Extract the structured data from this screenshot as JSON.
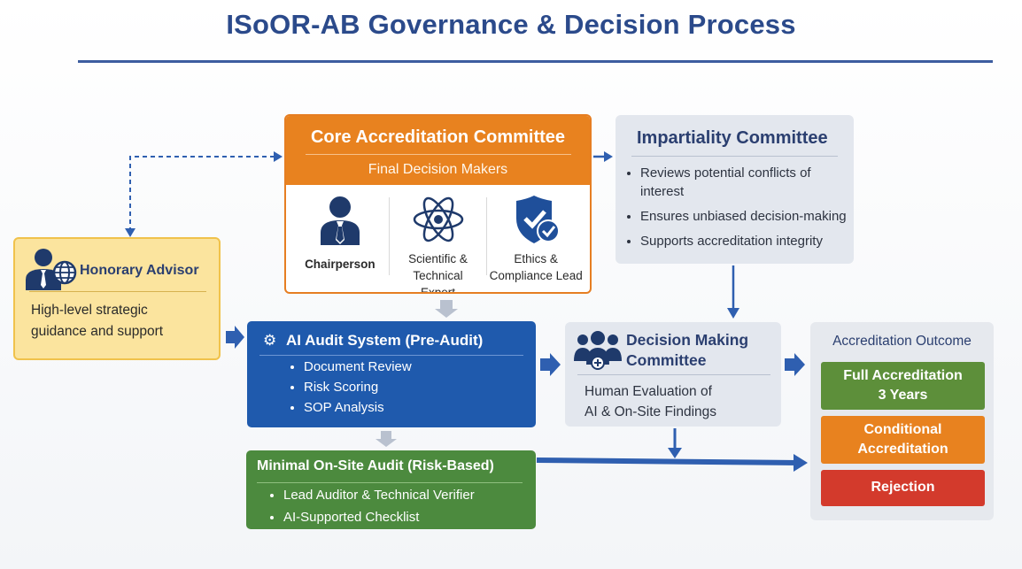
{
  "title": "ISoOR-AB Governance & Decision Process",
  "core": {
    "title": "Core Accreditation Committee",
    "subtitle": "Final Decision Makers",
    "members": [
      {
        "label": "Chairperson",
        "icon": "person-icon"
      },
      {
        "label_line1": "Scientific & Technical",
        "label_line2": "Expert",
        "icon": "atom-icon"
      },
      {
        "label_line1": "Ethics &",
        "label_line2": "Compliance Lead",
        "icon": "shield-check-icon"
      }
    ]
  },
  "impartiality": {
    "title": "Impartiality Committee",
    "items": [
      "Reviews potential conflicts of interest",
      "Ensures unbiased decision-making",
      "Supports accreditation integrity"
    ]
  },
  "honorary": {
    "title": "Honorary Advisor",
    "text_line1": "High-level strategic",
    "text_line2": "guidance and support",
    "icon": "person-globe-icon"
  },
  "ai_audit": {
    "title": "AI Audit System (Pre-Audit)",
    "icon": "gear-icon",
    "items": [
      "Document Review",
      "Risk Scoring",
      "SOP Analysis"
    ]
  },
  "onsite": {
    "title": "Minimal On-Site Audit (Risk-Based)",
    "items": [
      "Lead Auditor & Technical Verifier",
      "AI-Supported Checklist"
    ]
  },
  "decision": {
    "title_line1": "Decision Making",
    "title_line2": "Committee",
    "text_line1": "Human Evaluation of",
    "text_line2": "AI & On-Site Findings",
    "icon": "group-icon"
  },
  "outcome": {
    "title": "Accreditation Outcome",
    "full_line1": "Full Accreditation",
    "full_line2": "3 Years",
    "conditional_line1": "Conditional",
    "conditional_line2": "Accreditation",
    "rejection": "Rejection"
  },
  "colors": {
    "title": "#2b4a8b",
    "core": "#e8821f",
    "ai": "#1f5aad",
    "onsite": "#4c8a3e",
    "honorary": "#fbe49e",
    "full": "#5d8f3a",
    "conditional": "#e8821f",
    "rejection": "#d33a2c",
    "arrow": "#2f5fb0"
  }
}
